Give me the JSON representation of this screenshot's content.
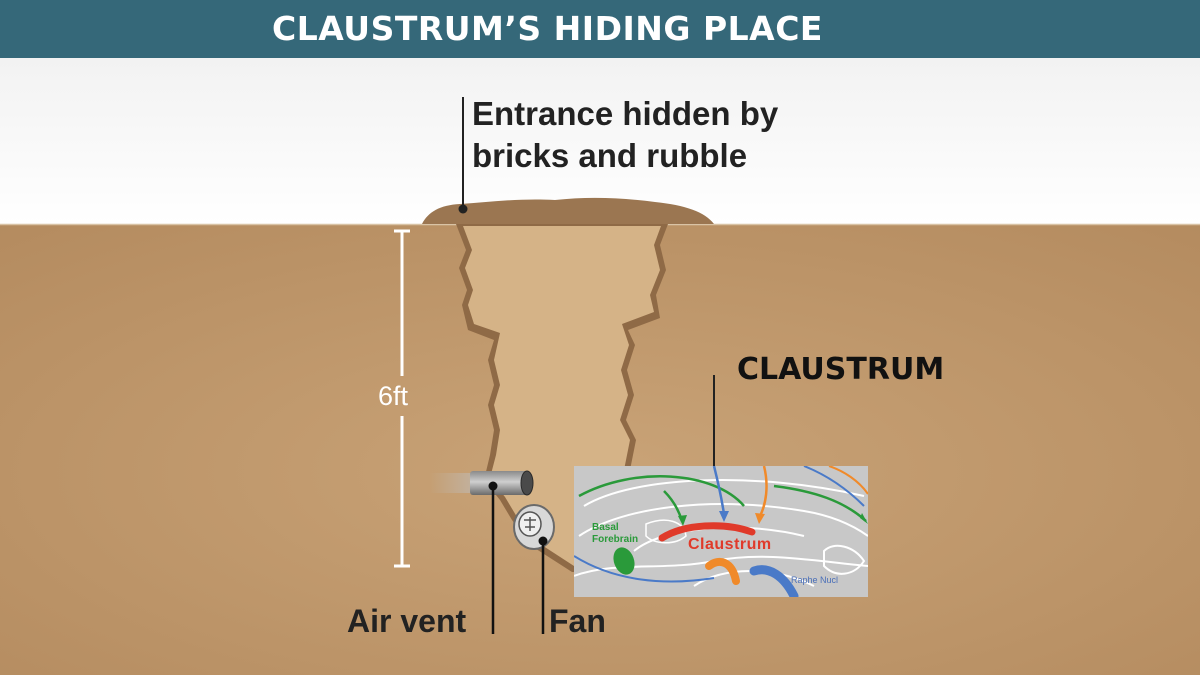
{
  "header": {
    "title": "CLAUSTRUM’S HIDING PLACE"
  },
  "labels": {
    "entrance": [
      "Entrance hidden by",
      "bricks and rubble"
    ],
    "claustrum": "CLAUSTRUM",
    "air_vent": "Air vent",
    "fan": "Fan",
    "depth": "6ft"
  },
  "inset": {
    "basal_forebrain": [
      "Basal",
      "Forebrain"
    ],
    "claustrum": "Claustrum",
    "raphe_nuclei": "Raphe Nucl"
  },
  "colors": {
    "header_bg": "#356879",
    "sky": "#ffffff",
    "soil": "#c39a6c",
    "shaft": "#d5b387",
    "rubble": "#9a7450",
    "arrow_green": "#2a9a3a",
    "arrow_blue": "#4a7ac8",
    "arrow_orange": "#f08a2a",
    "claustrum_red": "#e03a2a"
  }
}
